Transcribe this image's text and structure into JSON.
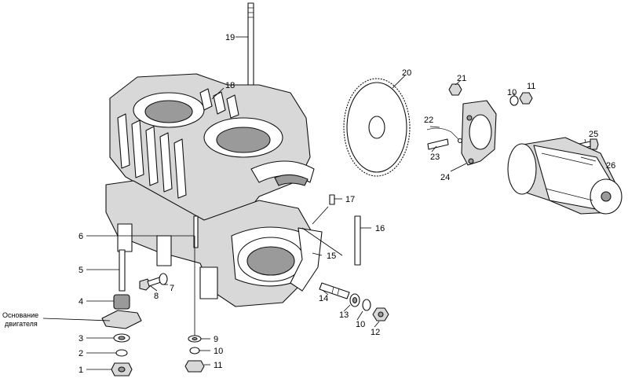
{
  "base_caption": {
    "line1": "Основание",
    "line2": "двигателя"
  },
  "callouts": {
    "c1": "1",
    "c2": "2",
    "c3": "3",
    "c4": "4",
    "c5": "5",
    "c6": "6",
    "c7": "7",
    "c8": "8",
    "c9": "9",
    "c10a": "10",
    "c11a": "11",
    "c10b": "10",
    "c11b": "11",
    "c12": "12",
    "c13": "13",
    "c10c": "10",
    "c14": "14",
    "c15": "15",
    "c16": "16",
    "c17": "17",
    "c18": "18",
    "c19": "19",
    "c20": "20",
    "c21": "21",
    "c22": "22",
    "c23": "23",
    "c24": "24",
    "c25": "25",
    "c26": "26"
  }
}
